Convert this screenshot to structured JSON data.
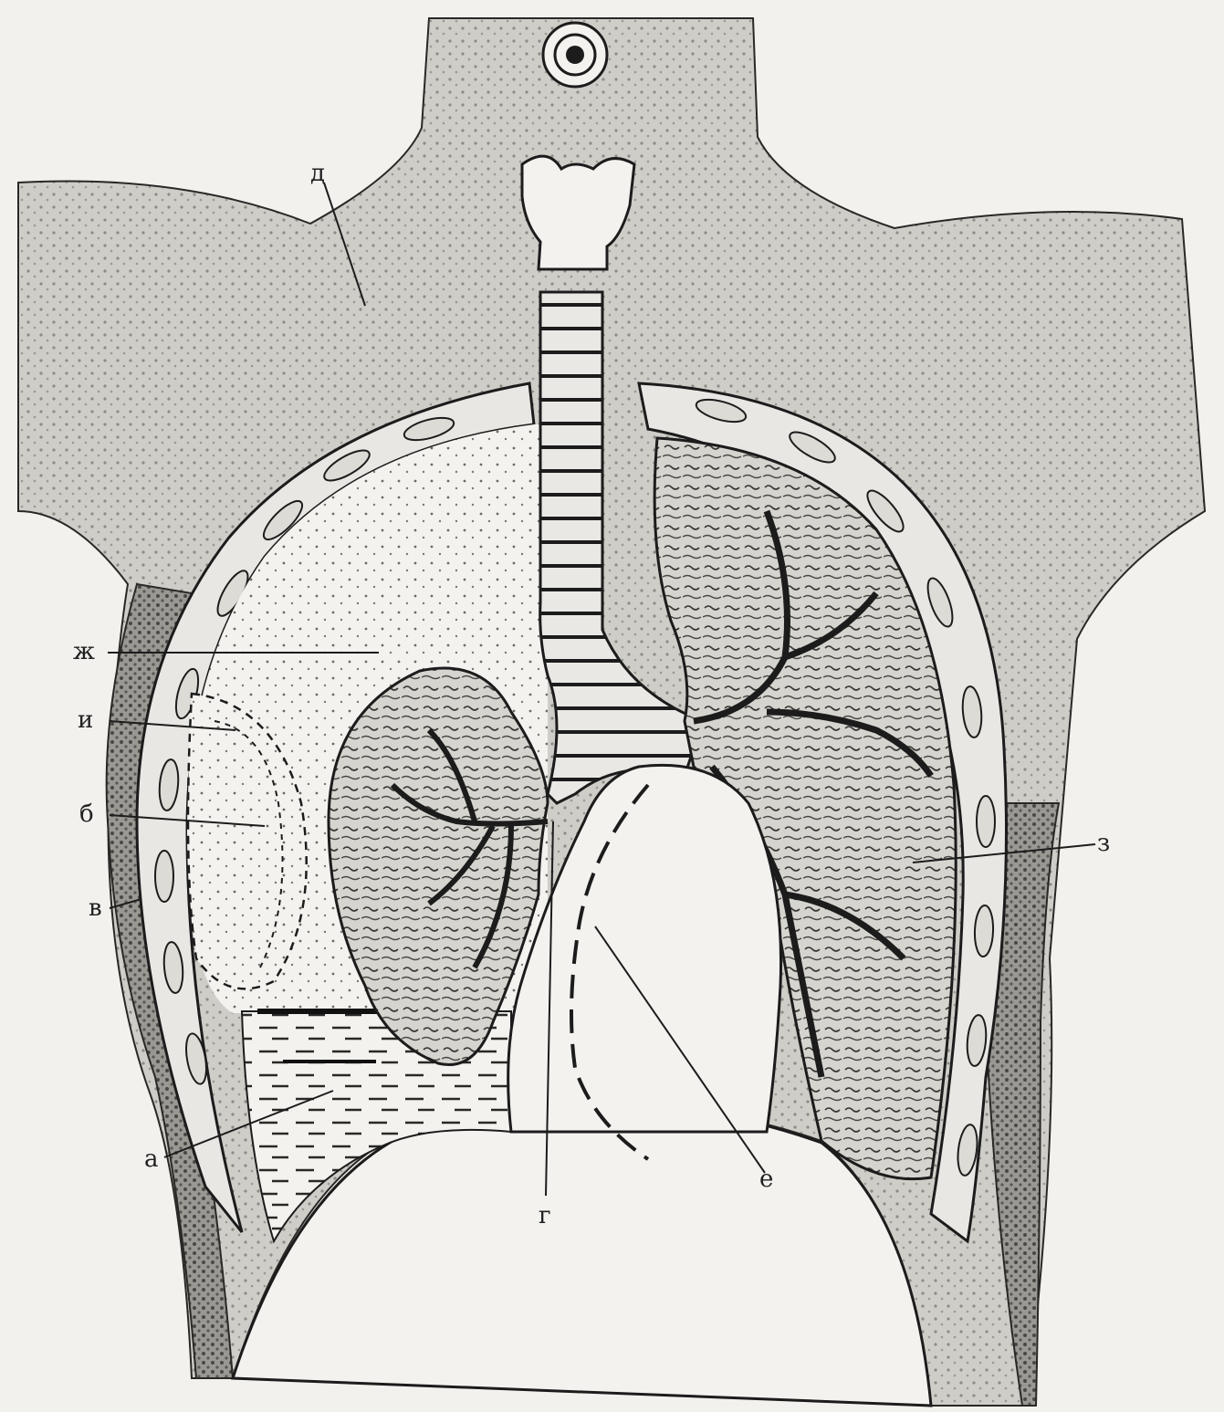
{
  "figure": {
    "labels": {
      "d": "д",
      "zh": "ж",
      "i": "и",
      "b": "б",
      "v_side": "в",
      "z": "з",
      "a": "а",
      "g": "г",
      "e": "е"
    }
  }
}
